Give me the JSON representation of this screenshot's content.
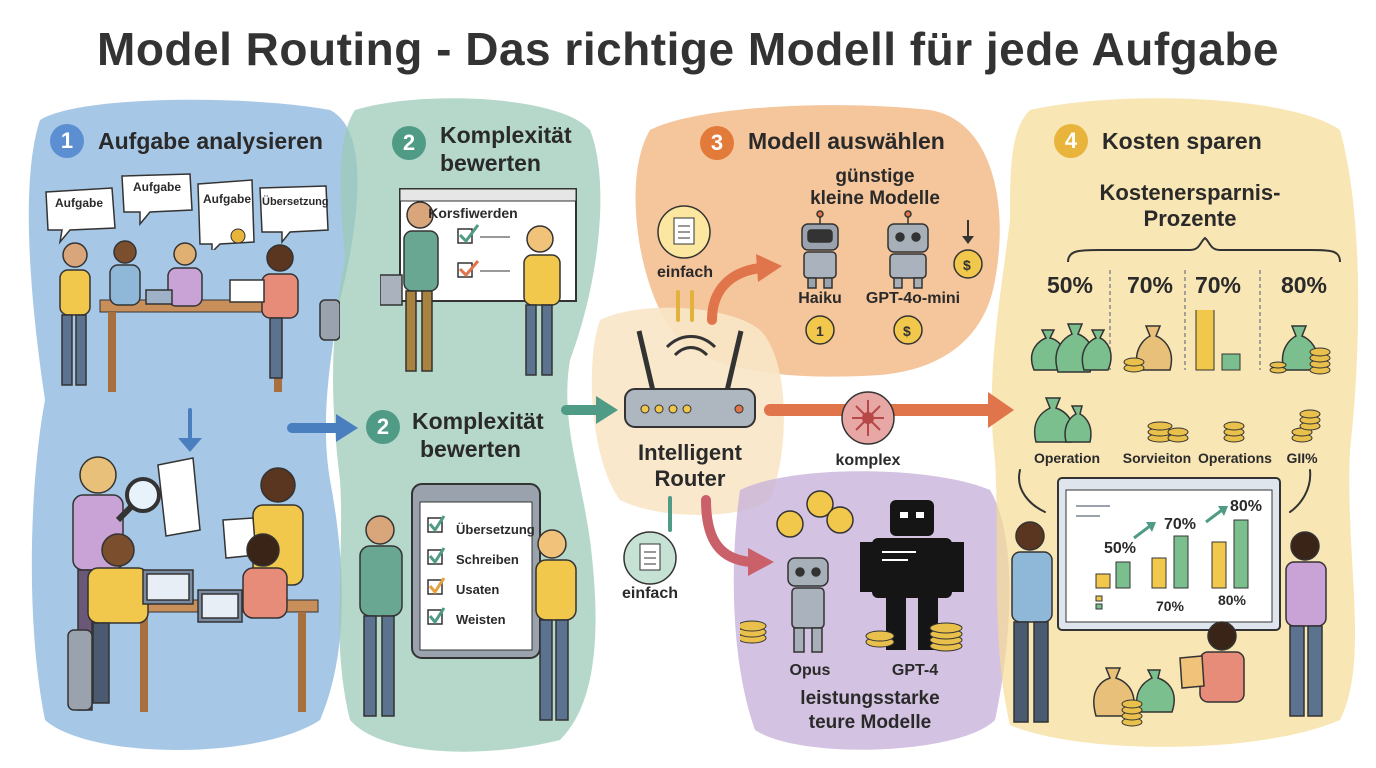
{
  "title": "Model Routing - Das richtige Modell für jede Aufgabe",
  "colors": {
    "step1": "#8ab4dd",
    "step2": "#9ccbb8",
    "step3": "#f3b682",
    "step4": "#f6dc95",
    "expensive": "#c8b3d9",
    "badge_blue": "#5b8fd1",
    "badge_teal": "#4f9b86",
    "badge_orange": "#e27a3a",
    "badge_gold": "#e8b43c"
  },
  "step1": {
    "number": "1",
    "title": "Aufgabe analysieren",
    "bubbles": [
      "Aufgabe",
      "Aufgabe",
      "Aufgabe",
      "Übersetzung"
    ]
  },
  "step2_top": {
    "number": "2",
    "title_line1": "Komplexität",
    "title_line2": "bewerten",
    "board_text": "Korsfiwerden"
  },
  "step2_bottom": {
    "number": "2",
    "title_line1": "Komplexität",
    "title_line2": "bewerten",
    "checklist": [
      "Übersetzung",
      "Schreiben",
      "Usaten",
      "Weisten"
    ]
  },
  "step3": {
    "number": "3",
    "title": "Modell auswählen",
    "cheap_label_line1": "günstige",
    "cheap_label_line2": "kleine Modelle",
    "cheap_models": [
      "Haiku",
      "GPT-4o-mini"
    ],
    "simple_label": "einfach",
    "expensive_models": [
      "Opus",
      "GPT-4"
    ],
    "expensive_label_line1": "leistungsstarke",
    "expensive_label_line2": "teure Modelle"
  },
  "router": {
    "label_line1": "Intelligent",
    "label_line2": "Router",
    "complex_label": "komplex",
    "simple_label_bottom": "einfach"
  },
  "step4": {
    "number": "4",
    "title": "Kosten sparen",
    "subtitle_line1": "Kostenersparnis-",
    "subtitle_line2": "Prozente",
    "percentages": [
      "50%",
      "70%",
      "70%",
      "80%"
    ],
    "cost_labels": [
      "Operation",
      "Sorvieiton",
      "Operations",
      "GII%"
    ],
    "chart_values": [
      "50%",
      "70%",
      "80%"
    ],
    "chart_bottom": [
      "70%",
      "80%"
    ]
  },
  "icons": [
    "document-icon",
    "robot-icon",
    "coin-icon",
    "money-bag-icon",
    "router-icon",
    "magnifier-icon",
    "laptop-icon",
    "brain-icon"
  ]
}
